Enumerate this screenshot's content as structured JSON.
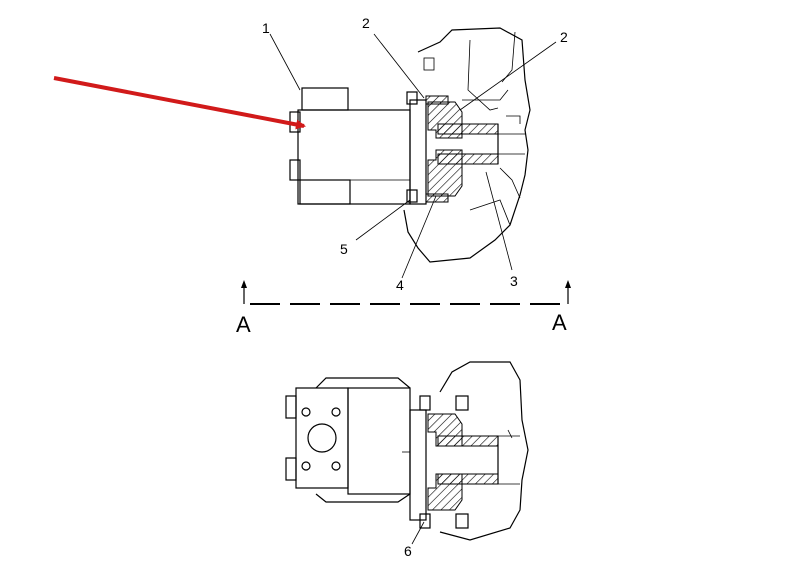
{
  "callouts": {
    "c1": "1",
    "c2a": "2",
    "c2b": "2",
    "c3": "3",
    "c4": "4",
    "c5": "5",
    "c6": "6"
  },
  "section": {
    "left": "A",
    "right": "A"
  },
  "colors": {
    "arrow": "#d11a1a",
    "ink": "#000000"
  }
}
